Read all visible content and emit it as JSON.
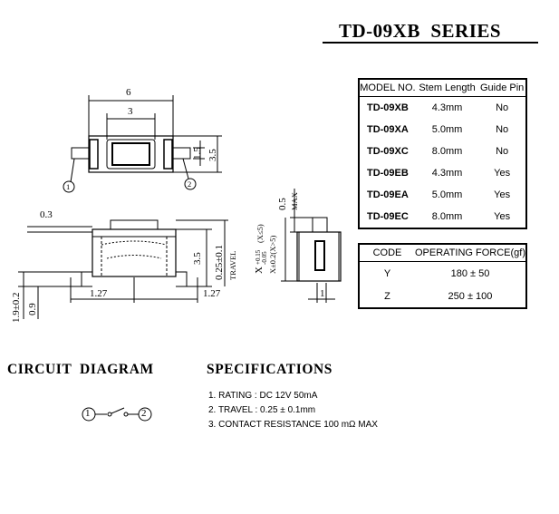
{
  "title": "TD-09XB  SERIES",
  "model_table": {
    "headers": [
      "MODEL NO.",
      "Stem Length",
      "Guide Pin"
    ],
    "rows": [
      [
        "TD-09XB",
        "4.3mm",
        "No"
      ],
      [
        "TD-09XA",
        "5.0mm",
        "No"
      ],
      [
        "TD-09XC",
        "8.0mm",
        "No"
      ],
      [
        "TD-09EB",
        "4.3mm",
        "Yes"
      ],
      [
        "TD-09EA",
        "5.0mm",
        "Yes"
      ],
      [
        "TD-09EC",
        "8.0mm",
        "Yes"
      ]
    ]
  },
  "force_table": {
    "headers": [
      "CODE",
      "OPERATING FORCE(gf)"
    ],
    "rows": [
      [
        "Y",
        "180 ± 50"
      ],
      [
        "Z",
        "250 ± 100"
      ]
    ]
  },
  "top_view": {
    "dim_width": "6",
    "dim_inner": "3",
    "dim_right_a": "1.5",
    "dim_right_b": "3.5",
    "marker_1": "1",
    "marker_2": "2"
  },
  "front_view": {
    "dim_03": "0.3",
    "dim_35": "3.5",
    "dim_travel_value": "0.25±0.1",
    "dim_travel_label": "TRAVEL",
    "dim_127_left": "1.27",
    "dim_127_right": "1.27",
    "dim_19": "1.9±0.2",
    "dim_09": "0.9"
  },
  "side_view": {
    "dim_05": "0.5",
    "dim_max": "MAX",
    "dim_x1_main": "X",
    "dim_x1_tol": "+0.15",
    "dim_x1_tol2": "-0.05",
    "dim_x1_cond": "(X≤5)",
    "dim_x2": "X±0.2(X>5)",
    "dim_1": "1"
  },
  "circuit": {
    "heading": "CIRCUIT  DIAGRAM",
    "node_1": "1",
    "node_2": "2"
  },
  "specifications": {
    "heading": "SPECIFICATIONS",
    "items": [
      "1. RATING : DC 12V  50mA",
      "2. TRAVEL : 0.25 ± 0.1mm",
      "3. CONTACT RESISTANCE 100 mΩ MAX"
    ]
  }
}
